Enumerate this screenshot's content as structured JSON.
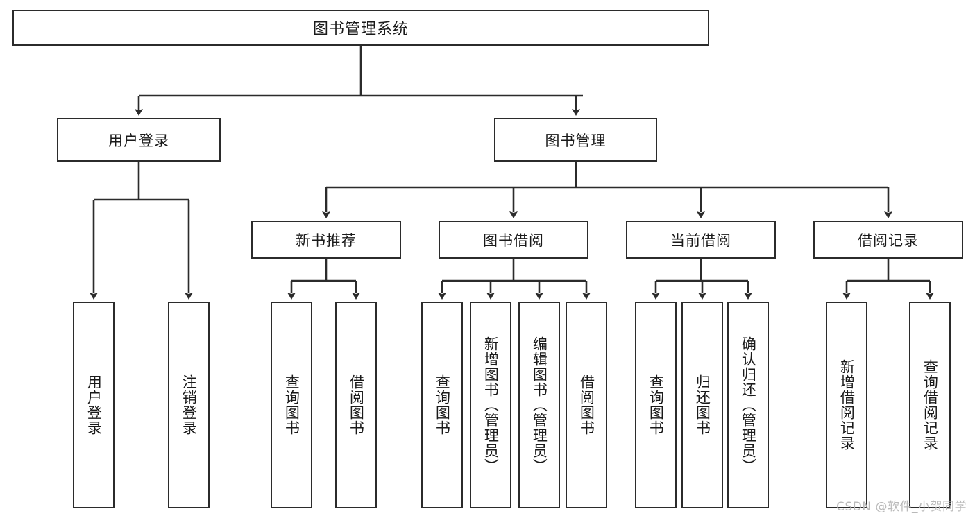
{
  "diagram": {
    "title": "图书管理系统",
    "type": "hierarchy-tree",
    "root": {
      "id": "root",
      "label": "图书管理系统"
    },
    "level2": [
      {
        "id": "user-login",
        "label": "用户登录"
      },
      {
        "id": "book-manage",
        "label": "图书管理"
      }
    ],
    "level3": [
      {
        "id": "new-book-rec",
        "label": "新书推荐",
        "parent": "book-manage"
      },
      {
        "id": "book-borrow",
        "label": "图书借阅",
        "parent": "book-manage"
      },
      {
        "id": "current-borrow",
        "label": "当前借阅",
        "parent": "book-manage"
      },
      {
        "id": "borrow-record",
        "label": "借阅记录",
        "parent": "book-manage"
      }
    ],
    "leaves": [
      {
        "id": "user-login-leaf",
        "label": "用户登录",
        "parent": "user-login"
      },
      {
        "id": "user-logout-leaf",
        "label": "注销登录",
        "parent": "user-login"
      },
      {
        "id": "query-book-1",
        "label": "查询图书",
        "parent": "new-book-rec"
      },
      {
        "id": "borrow-book-1",
        "label": "借阅图书",
        "parent": "new-book-rec"
      },
      {
        "id": "query-book-2",
        "label": "查询图书",
        "parent": "book-borrow"
      },
      {
        "id": "add-book",
        "label": "新增图书（管理员）",
        "parent": "book-borrow"
      },
      {
        "id": "edit-book",
        "label": "编辑图书（管理员）",
        "parent": "book-borrow"
      },
      {
        "id": "borrow-book-2",
        "label": "借阅图书",
        "parent": "book-borrow"
      },
      {
        "id": "query-book-3",
        "label": "查询图书",
        "parent": "current-borrow"
      },
      {
        "id": "return-book",
        "label": "归还图书",
        "parent": "current-borrow"
      },
      {
        "id": "confirm-return",
        "label": "确认归还（管理员）",
        "parent": "current-borrow"
      },
      {
        "id": "add-record",
        "label": "新增借阅记录",
        "parent": "borrow-record"
      },
      {
        "id": "query-record",
        "label": "查询借阅记录",
        "parent": "borrow-record"
      }
    ],
    "colors": {
      "box_border": "#2b2b2b",
      "box_fill": "#ffffff",
      "line": "#2b2b2b",
      "text": "#1a1a1a",
      "watermark": "#b9b9b9",
      "background": "#ffffff"
    }
  },
  "watermark": {
    "text": "CSDN @软件_小贺同学"
  }
}
